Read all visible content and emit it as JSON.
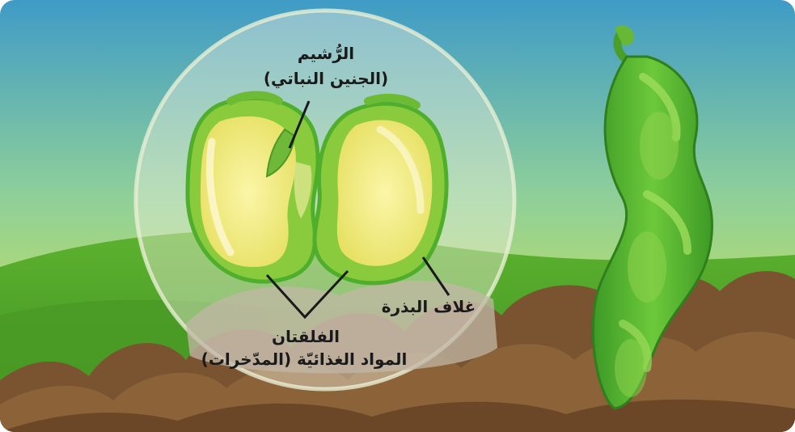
{
  "labels": {
    "embryo_title": "الرُّشيم",
    "embryo_subtitle": "(الجنين النباتي)",
    "cotyledons_title": "الفلقتان",
    "cotyledons_subtitle": "المواد الغذائيّة (المدّخرات)",
    "seed_coat": "غلاف البذرة"
  },
  "colors": {
    "sky_top": "#4aa3c9",
    "sky_bottom": "#d6e83a",
    "soil": "#7a5430",
    "pod": "#4caf2c",
    "seed_fill": "#f2ec7a",
    "seed_outline": "#5bbf3a"
  }
}
